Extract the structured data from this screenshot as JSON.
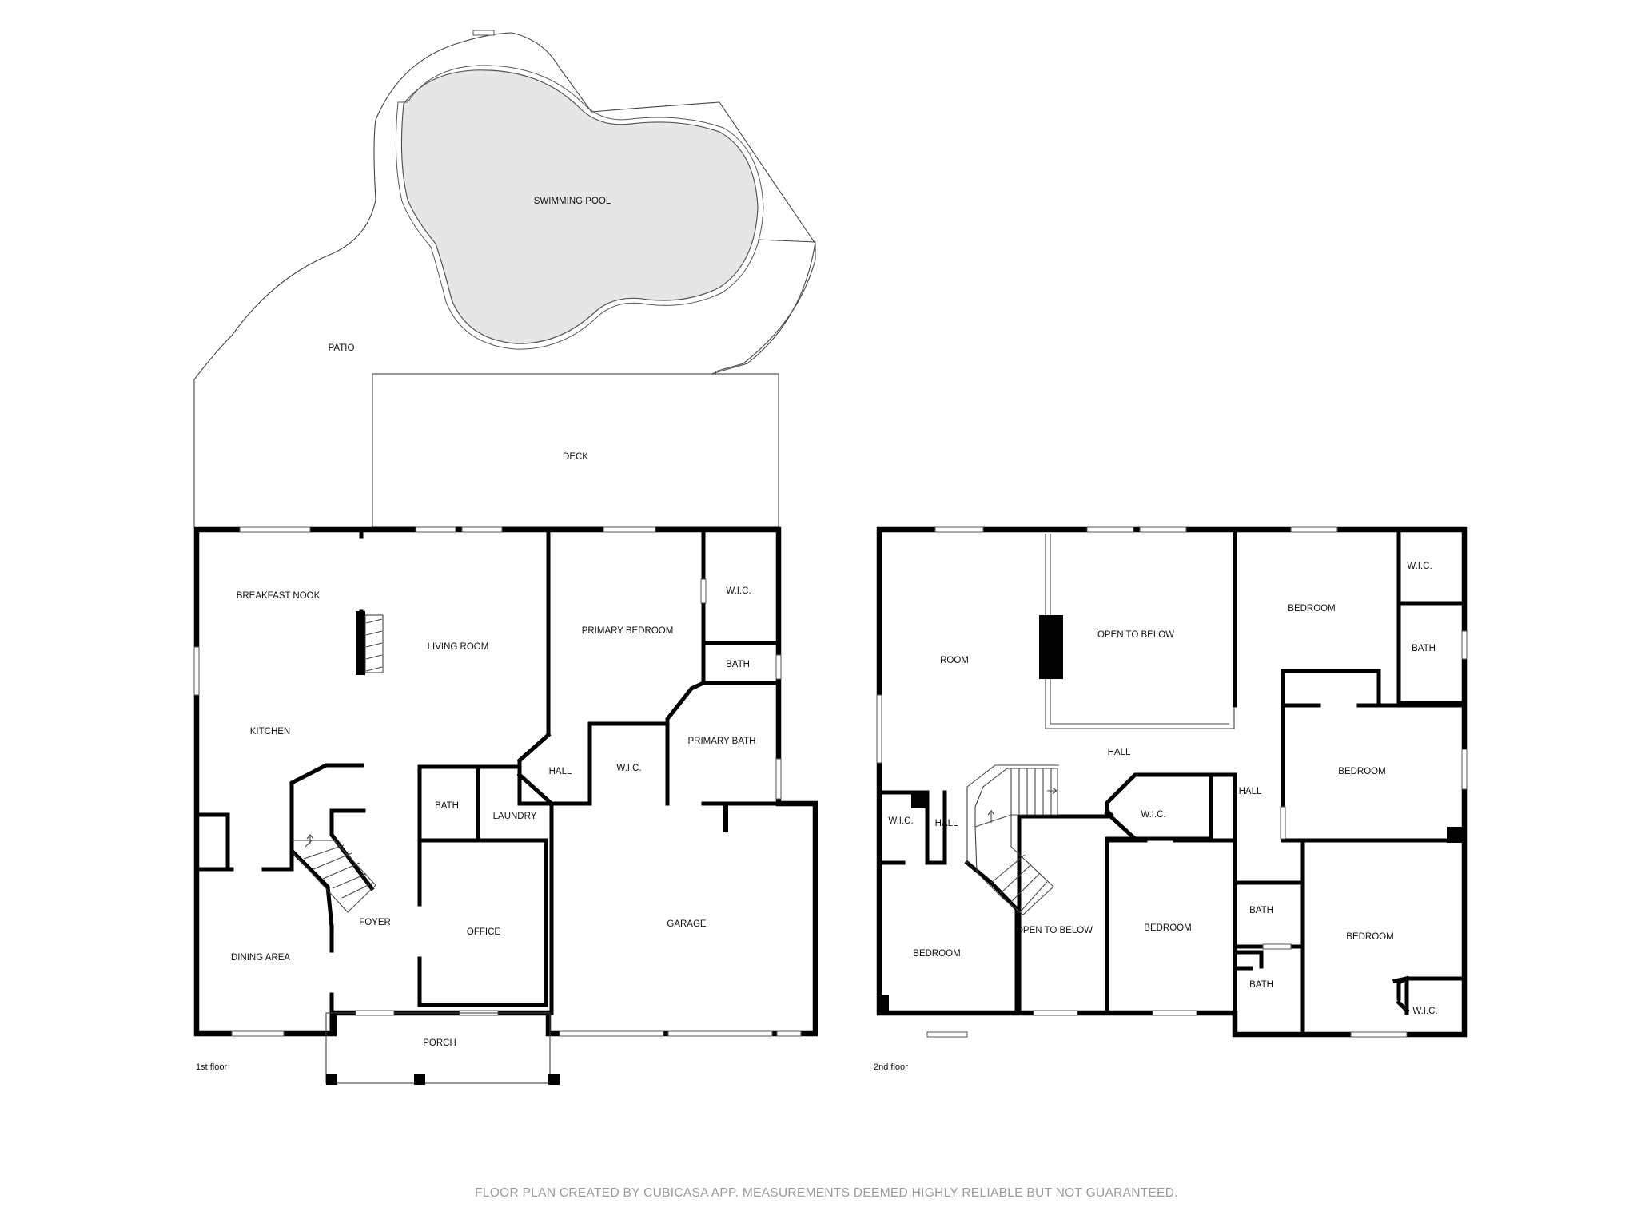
{
  "floors": {
    "first": "1st floor",
    "second": "2nd floor"
  },
  "outdoor": {
    "swimming_pool": "SWIMMING POOL",
    "patio": "PATIO",
    "deck": "DECK"
  },
  "first_floor": {
    "breakfast_nook": "BREAKFAST NOOK",
    "living_room": "LIVING ROOM",
    "primary_bedroom": "PRIMARY BEDROOM",
    "wic_primary": "W.I.C.",
    "bath_primary": "BATH",
    "kitchen": "KITCHEN",
    "primary_bath": "PRIMARY BATH",
    "hall": "HALL",
    "wic_hall": "W.I.C.",
    "bath": "BATH",
    "laundry": "LAUNDRY",
    "foyer": "FOYER",
    "office": "OFFICE",
    "garage": "GARAGE",
    "dining_area": "DINING AREA",
    "porch": "PORCH"
  },
  "second_floor": {
    "room": "ROOM",
    "open_to_below_top": "OPEN TO BELOW",
    "bedroom_ne": "BEDROOM",
    "wic_ne": "W.I.C.",
    "bath_ne": "BATH",
    "hall_center": "HALL",
    "bedroom_east": "BEDROOM",
    "hall_east": "HALL",
    "wic_west": "W.I.C.",
    "hall_west": "HALL",
    "wic_center": "W.I.C.",
    "bedroom_sw": "BEDROOM",
    "open_to_below_bottom": "OPEN TO BELOW",
    "bedroom_center": "BEDROOM",
    "bath_upper": "BATH",
    "bath_lower": "BATH",
    "bedroom_se": "BEDROOM",
    "wic_se": "W.I.C."
  },
  "footer": "FLOOR PLAN CREATED BY CUBICASA APP. MEASUREMENTS DEEMED HIGHLY RELIABLE BUT NOT GUARANTEED."
}
